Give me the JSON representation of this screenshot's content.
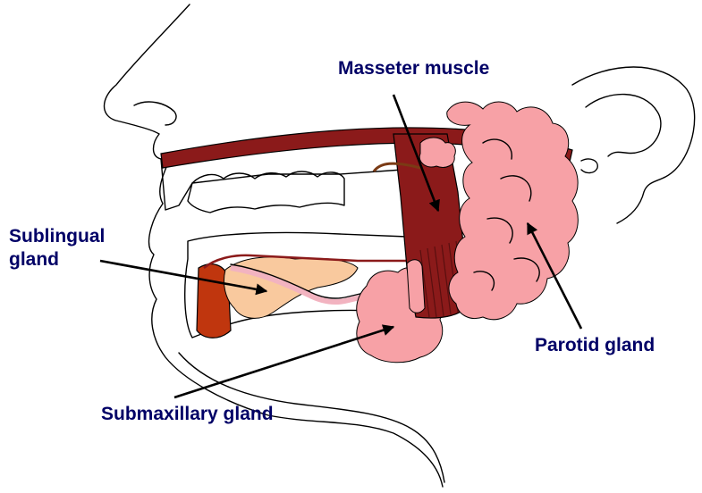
{
  "labels": {
    "masseter": "Masseter muscle",
    "sublingual_line1": "Sublingual",
    "sublingual_line2": "gland",
    "parotid": "Parotid gland",
    "submaxillary": "Submaxillary gland"
  },
  "colors": {
    "label_text": "#000066",
    "muscle": "#8b1a1a",
    "muscle_dark": "#5a0f0f",
    "parotid": "#f7a1a6",
    "submaxillary": "#f7a1a6",
    "sublingual": "#f9c99e",
    "duct": "#f2b3c0",
    "bone_cut": "#c0360e"
  }
}
